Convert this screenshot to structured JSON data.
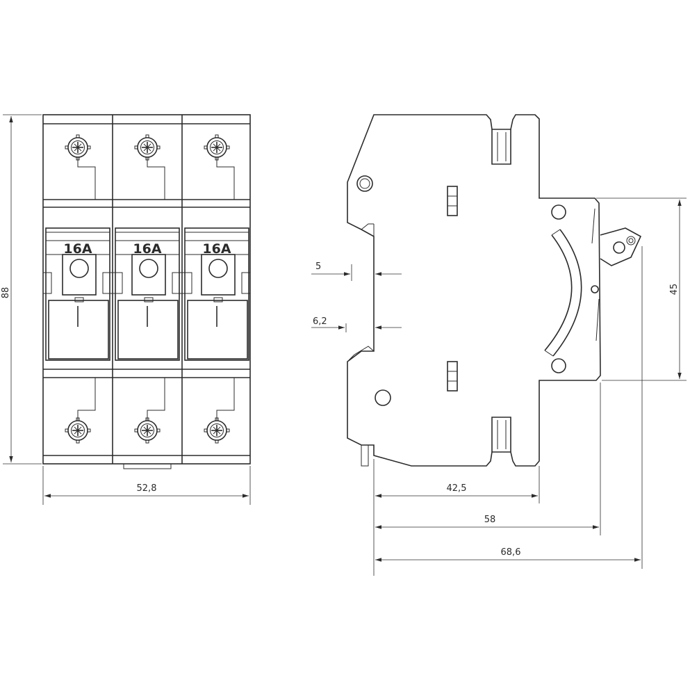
{
  "front_view": {
    "rating_labels": [
      "16A",
      "16A",
      "16A"
    ],
    "width_label": "52,8",
    "height_label": "88"
  },
  "side_view": {
    "dim_5": "5",
    "dim_6_2": "6,2",
    "dim_42_5": "42,5",
    "dim_58": "58",
    "dim_68_6": "68,6",
    "dim_45": "45"
  },
  "colors": {
    "line": "#2b2b2b",
    "background": "#ffffff"
  }
}
